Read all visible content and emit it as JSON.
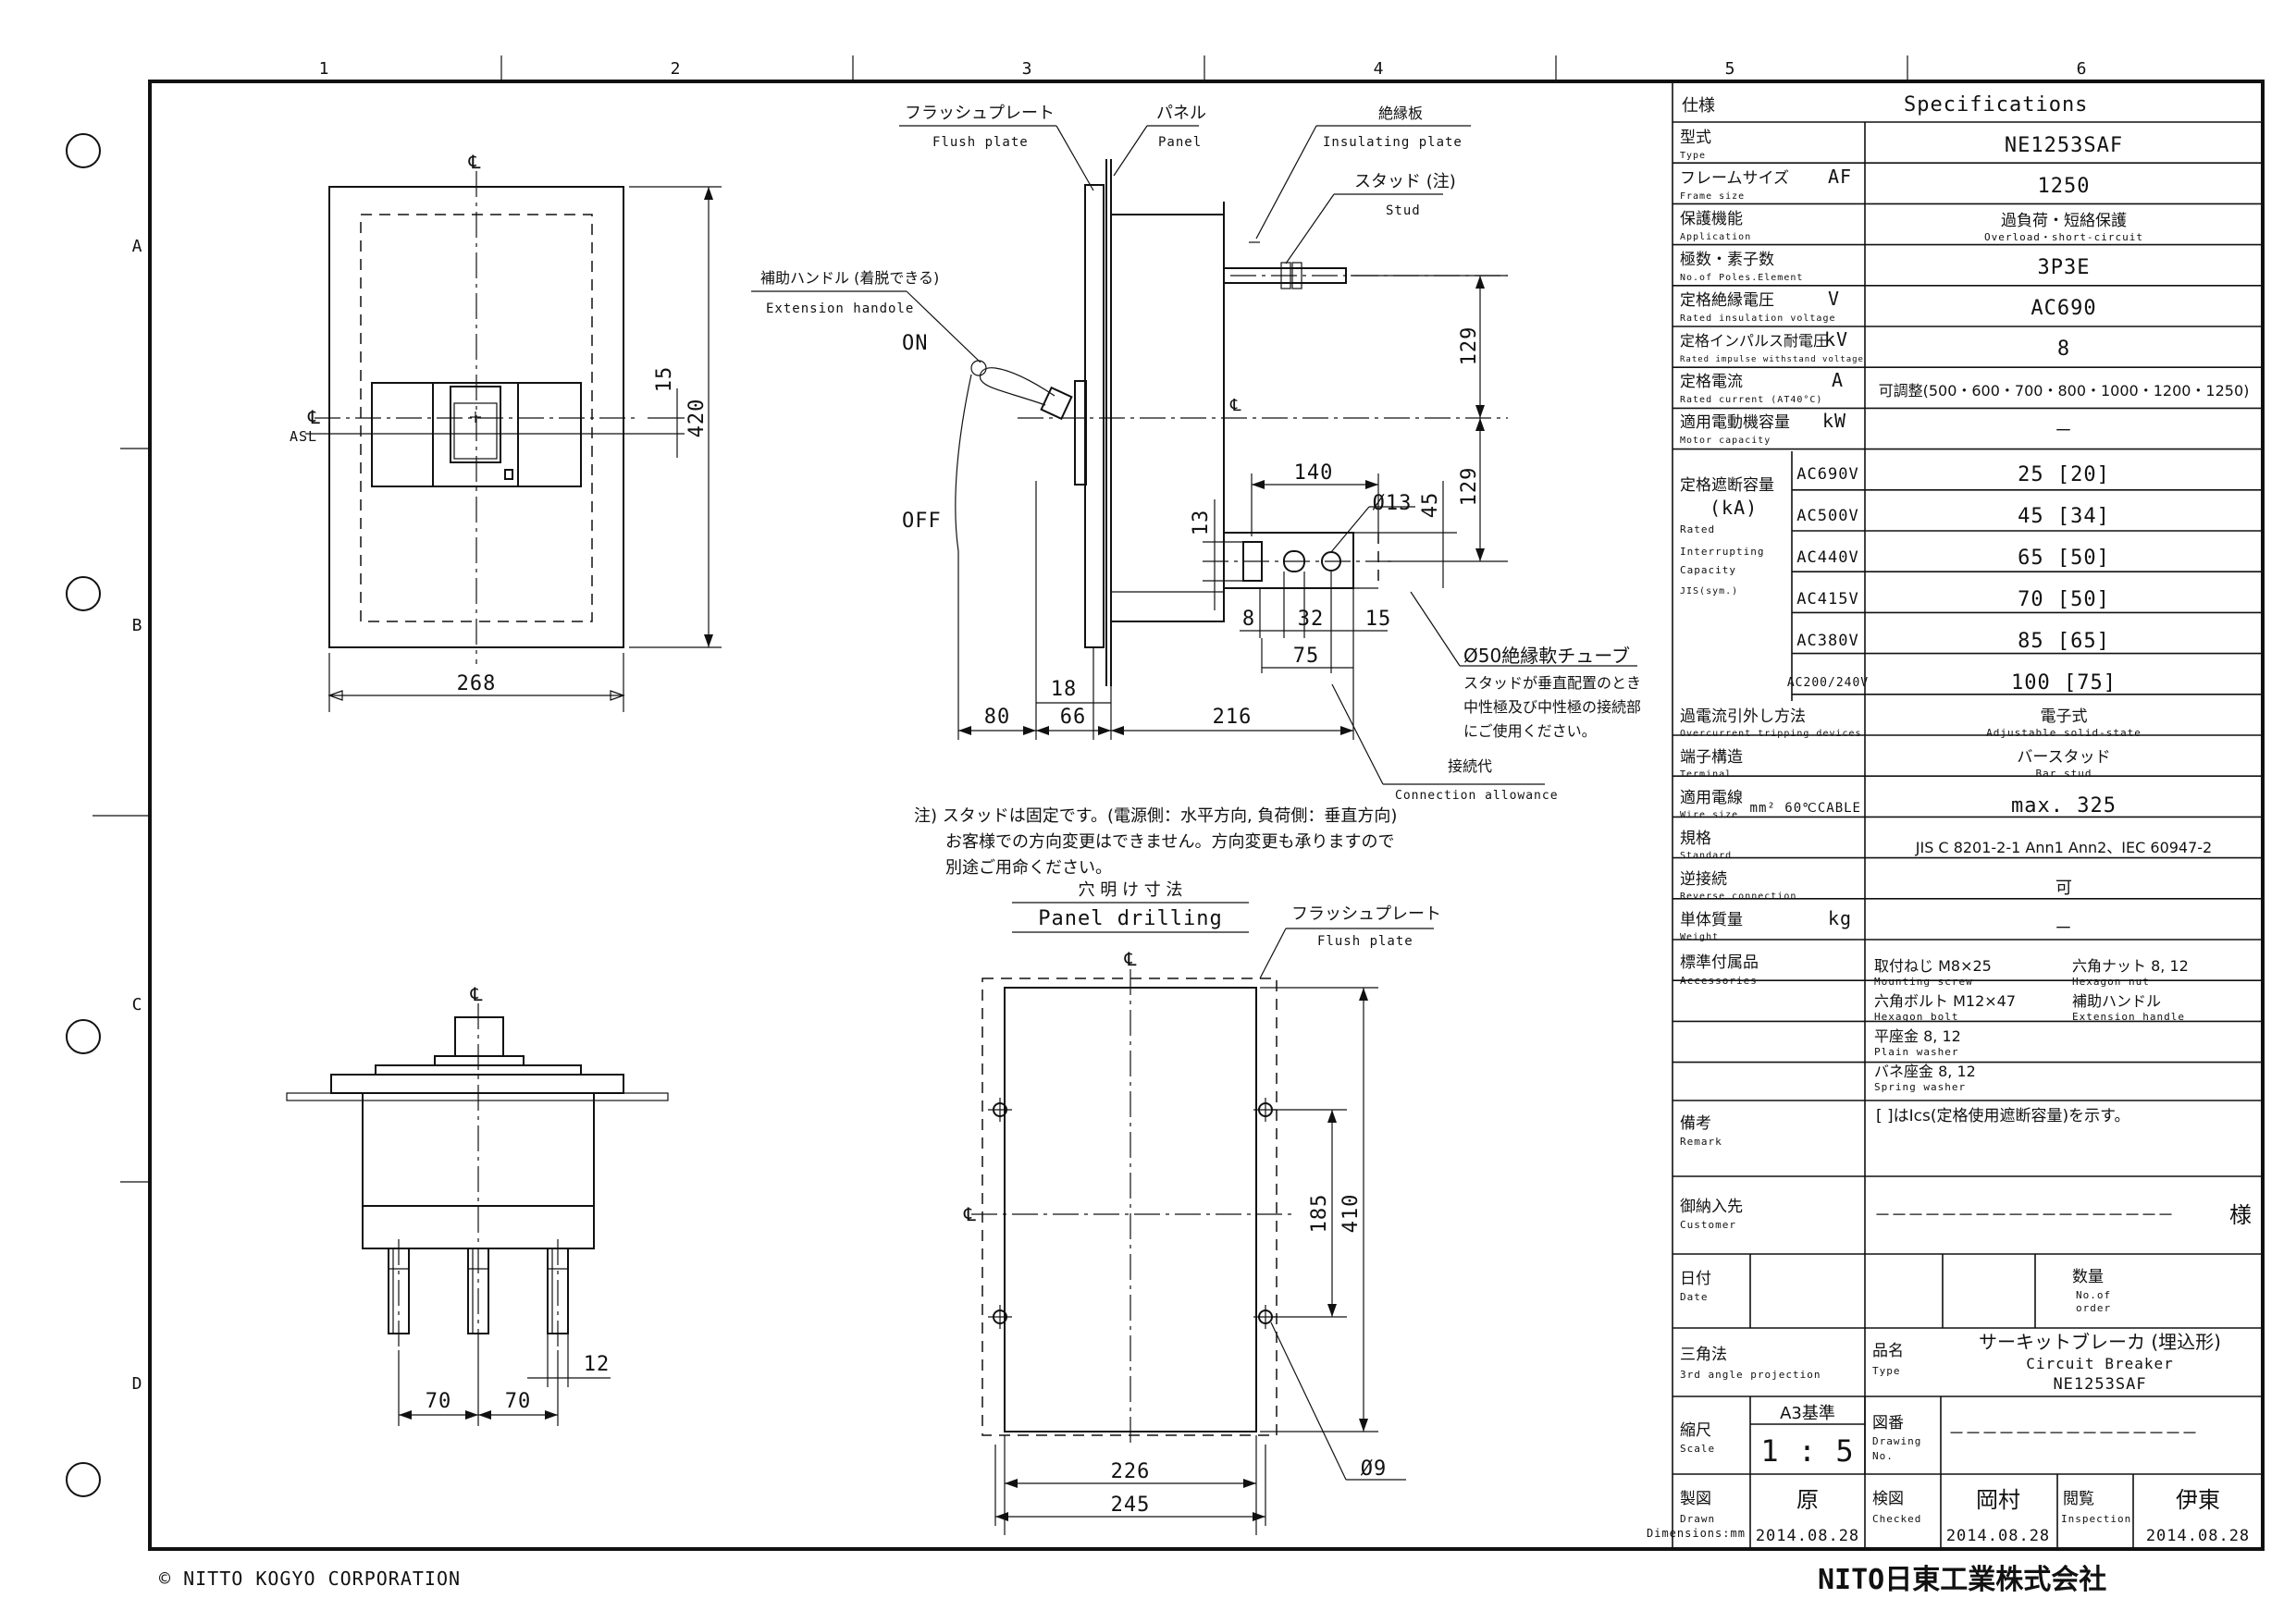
{
  "sheet": {
    "columns": [
      "1",
      "2",
      "3",
      "4",
      "5",
      "6"
    ],
    "rows": [
      "A",
      "B",
      "C",
      "D"
    ],
    "copyright": "© NITTO KOGYO CORPORATION",
    "logo": "NITO日東工業株式会社",
    "units_note": "Dimensions:mm"
  },
  "front_view": {
    "centerline": "℄",
    "asl": "ASL",
    "dims": {
      "width": "268",
      "height": "420",
      "handle_offset": "15"
    }
  },
  "side_view": {
    "labels": {
      "flush_plate_jp": "フラッシュプレート",
      "flush_plate_en": "Flush plate",
      "panel_jp": "パネル",
      "panel_en": "Panel",
      "insulating_jp": "絶縁板",
      "insulating_en": "Insulating plate",
      "stud_jp": "スタッド (注)",
      "stud_en": "Stud",
      "ext_handle_jp": "補助ハンドル (着脱できる)",
      "ext_handle_en": "Extension handole",
      "on": "ON",
      "off": "OFF",
      "tube_1": "Ø50絶縁軟チューブ",
      "tube_2": "スタッドが垂直配置のとき",
      "tube_3": "中性極及び中性極の接続部",
      "tube_4": "にご使用ください。",
      "conn_jp": "接続代",
      "conn_en": "Connection allowance",
      "centerline": "℄"
    },
    "dims": {
      "d129a": "129",
      "d129b": "129",
      "d140": "140",
      "d13": "Ø13",
      "d45": "45",
      "d13b": "13",
      "d8": "8",
      "d32": "32",
      "d15": "15",
      "d75": "75",
      "d18": "18",
      "d80": "80",
      "d66": "66",
      "d216": "216"
    }
  },
  "notes": {
    "line1": "注) スタッドは固定です。(電源側：水平方向, 負荷側：垂直方向)",
    "line2": "お客様での方向変更はできません。方向変更も承りますので",
    "line3": "別途ご用命ください。"
  },
  "bottom_view": {
    "centerline": "℄",
    "dims": {
      "d70a": "70",
      "d70b": "70",
      "d12": "12"
    }
  },
  "panel_drilling": {
    "title_jp": "穴 明 け 寸 法",
    "title_en": "Panel drilling",
    "flush_jp": "フラッシュプレート",
    "flush_en": "Flush plate",
    "centerline": "℄",
    "dims": {
      "d185": "185",
      "d410": "410",
      "d226": "226",
      "d245": "245",
      "d9": "Ø9"
    }
  },
  "spec": {
    "header_jp": "仕様",
    "header_en": "Specifications",
    "rows": [
      {
        "jp": "型式",
        "en": "Type",
        "unit": "",
        "value": "NE1253SAF"
      },
      {
        "jp": "フレームサイズ",
        "en": "Frame size",
        "unit": "AF",
        "value": "1250"
      },
      {
        "jp": "保護機能",
        "en": "Application",
        "unit": "",
        "value": "過負荷・短絡保護",
        "value_en": "Overload・short-circuit"
      },
      {
        "jp": "極数・素子数",
        "en": "No.of Poles.Element",
        "unit": "",
        "value": "3P3E"
      },
      {
        "jp": "定格絶縁電圧",
        "en": "Rated insulation voltage",
        "unit": "V",
        "value": "AC690"
      },
      {
        "jp": "定格インパルス耐電圧",
        "en": "Rated impulse withstand voltage",
        "unit": "kV",
        "value": "8"
      },
      {
        "jp": "定格電流",
        "en": "Rated current (AT40°C)",
        "unit": "A",
        "value": "可調整(500・600・700・800・1000・1200・1250)"
      },
      {
        "jp": "適用電動機容量",
        "en": "Motor capacity",
        "unit": "kW",
        "value": "－"
      }
    ],
    "breaking": {
      "jp": "定格遮断容量",
      "unit": "(kA)",
      "en1": "Rated",
      "en2": "Interrupting",
      "en3": "Capacity",
      "en4": "JIS(sym.)",
      "rows": [
        {
          "v": "AC690V",
          "value": "25 [20]"
        },
        {
          "v": "AC500V",
          "value": "45 [34]"
        },
        {
          "v": "AC440V",
          "value": "65 [50]"
        },
        {
          "v": "AC415V",
          "value": "70 [50]"
        },
        {
          "v": "AC380V",
          "value": "85 [65]"
        },
        {
          "v": "AC200/240V",
          "value": "100 [75]"
        }
      ]
    },
    "rows2": [
      {
        "jp": "過電流引外し方法",
        "en": "Overcurrent tripping devices",
        "unit": "",
        "value": "電子式",
        "value_en": "Adjustable solid-state"
      },
      {
        "jp": "端子構造",
        "en": "Terminal",
        "unit": "",
        "value": "バースタッド",
        "value_en": "Bar stud"
      },
      {
        "jp": "適用電線",
        "en": "Wire size",
        "unit": "mm²  60℃CABLE",
        "value": "max. 325"
      },
      {
        "jp": "規格",
        "en": "Standard",
        "unit": "",
        "value": "JIS C 8201-2-1 Ann1 Ann2、IEC 60947-2"
      },
      {
        "jp": "逆接続",
        "en": "Reverse connection",
        "unit": "",
        "value": "可"
      },
      {
        "jp": "単体質量",
        "en": "Weight",
        "unit": "kg",
        "value": "－"
      }
    ],
    "accessories": {
      "jp": "標準付属品",
      "en": "Accessories",
      "items": [
        {
          "jp": "取付ねじ  M8×25",
          "en": "Mounting screw"
        },
        {
          "jp": "六角ボルト  M12×47",
          "en": "Hexagon bolt"
        },
        {
          "jp": "平座金  8, 12",
          "en": "Plain washer"
        },
        {
          "jp": "バネ座金  8, 12",
          "en": "Spring washer"
        },
        {
          "jp": "六角ナット  8, 12",
          "en": "Hexagon nut"
        },
        {
          "jp": "補助ハンドル",
          "en": "Extension handle"
        }
      ]
    },
    "remarks": {
      "jp": "備考",
      "en": "Remark",
      "value": "[ ]はIcs(定格使用遮断容量)を示す。"
    }
  },
  "title_block": {
    "customer_jp": "御納入先",
    "customer_en": "Customer",
    "customer_value": "－－－－－－－－－－－－－－－－－－",
    "customer_suffix": "様",
    "date_jp": "日付",
    "date_en": "Date",
    "qty_jp": "数量",
    "qty_en1": "No.of",
    "qty_en2": "order",
    "projection_jp": "三角法",
    "projection_en": "3rd angle projection",
    "type_jp": "品名",
    "type_en": "Type",
    "product_jp": "サーキットブレーカ (埋込形)",
    "product_en": "Circuit Breaker",
    "product_model": "NE1253SAF",
    "scale_jp": "縮尺",
    "scale_en": "Scale",
    "paper": "A3基準",
    "scale": "1 : 5",
    "drawing_jp": "図番",
    "drawing_en1": "Drawing",
    "drawing_en2": "No.",
    "drawing_value": "－－－－－－－－－－－－－－－",
    "drawn_jp": "製図",
    "drawn_en": "Drawn",
    "drawn_by": "原",
    "drawn_date": "2014.08.28",
    "checked_jp": "検図",
    "checked_en": "Checked",
    "checked_by": "岡村",
    "checked_date": "2014.08.28",
    "insp_jp": "閲覧",
    "insp_en": "Inspection",
    "insp_by": "伊東",
    "insp_date": "2014.08.28"
  }
}
